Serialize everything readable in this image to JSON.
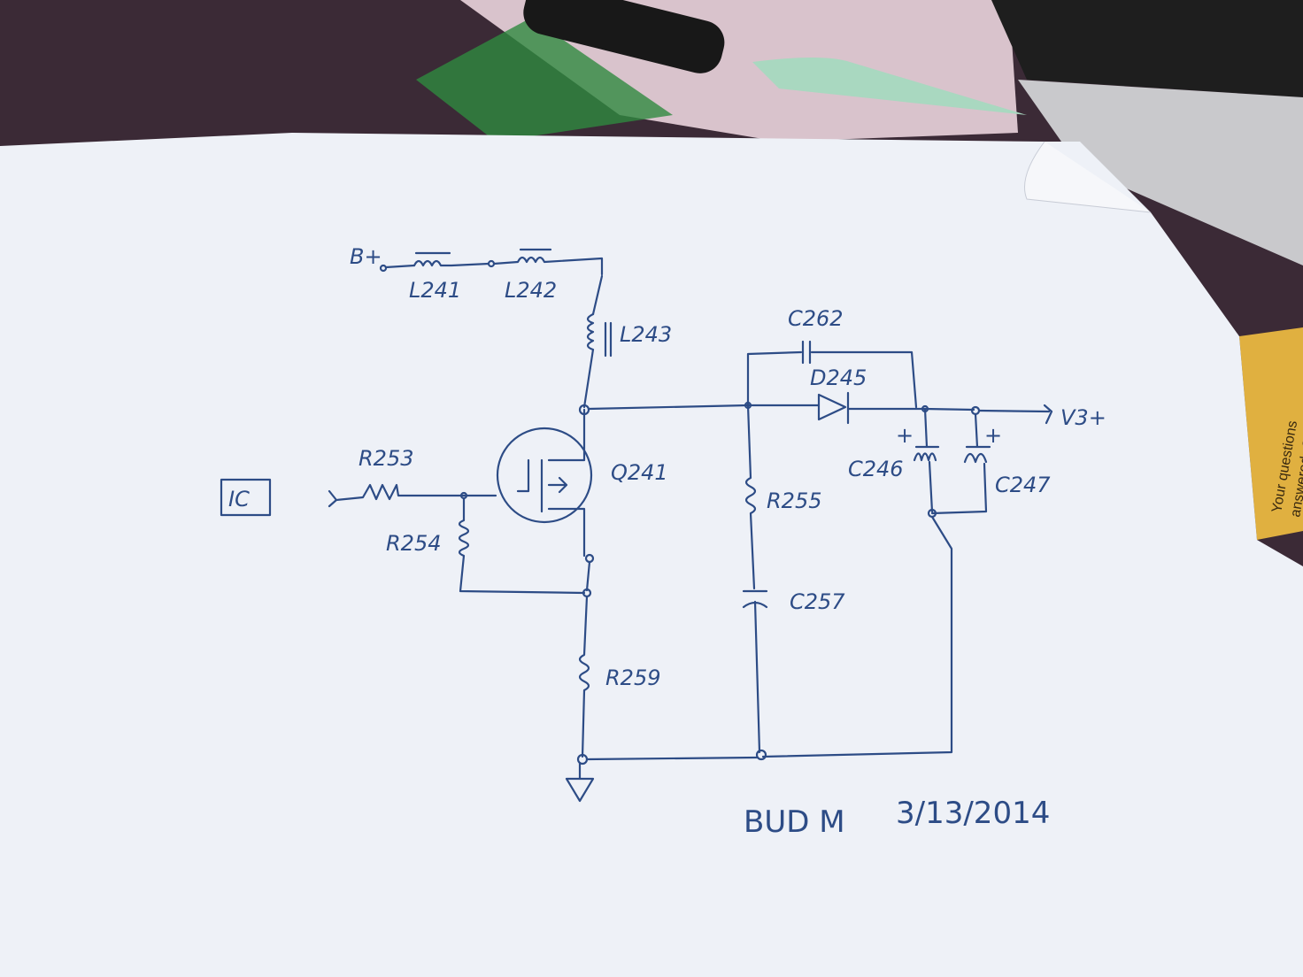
{
  "schematic": {
    "labels": {
      "supply": "B+",
      "l241": "L241",
      "l242": "L242",
      "l243": "L243",
      "c262": "C262",
      "d245": "D245",
      "output": "V3+",
      "c246": "C246",
      "c247": "C247",
      "plus1": "+",
      "plus2": "+",
      "r253": "R253",
      "ic": "IC",
      "q241": "Q241",
      "r254": "R254",
      "r255": "R255",
      "c257": "C257",
      "r259": "R259"
    },
    "signature": {
      "name": "BUD M",
      "date": "3/13/2014"
    }
  },
  "background": {
    "book_text_line1": "Your questions",
    "book_text_line2": "answered: Can a"
  },
  "colors": {
    "ink": "#2d4c86",
    "paper": "#eef1f7",
    "fabric": "#3b2a36",
    "book": "#e0b040"
  }
}
